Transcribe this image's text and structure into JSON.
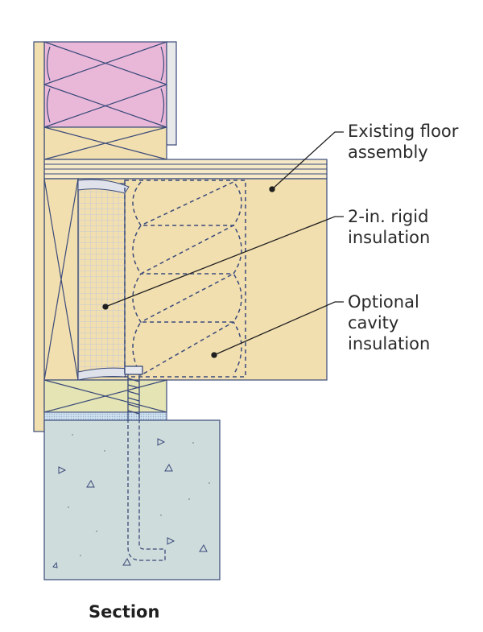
{
  "callouts": {
    "floor_assembly": [
      "Existing floor",
      "assembly"
    ],
    "rigid_insulation": [
      "2-in. rigid",
      "insulation"
    ],
    "cavity_insulation": [
      "Optional",
      "cavity",
      "insulation"
    ]
  },
  "caption": "Section",
  "colors": {
    "outline": "#3a4a7a",
    "wood": "#f2dfb0",
    "wood_light": "#f6e9c8",
    "batt_pink": "#e9b8d9",
    "concrete": "#cfdcdc",
    "sill_gasket": "#bcd4e6",
    "grid": "#c4cad8"
  }
}
